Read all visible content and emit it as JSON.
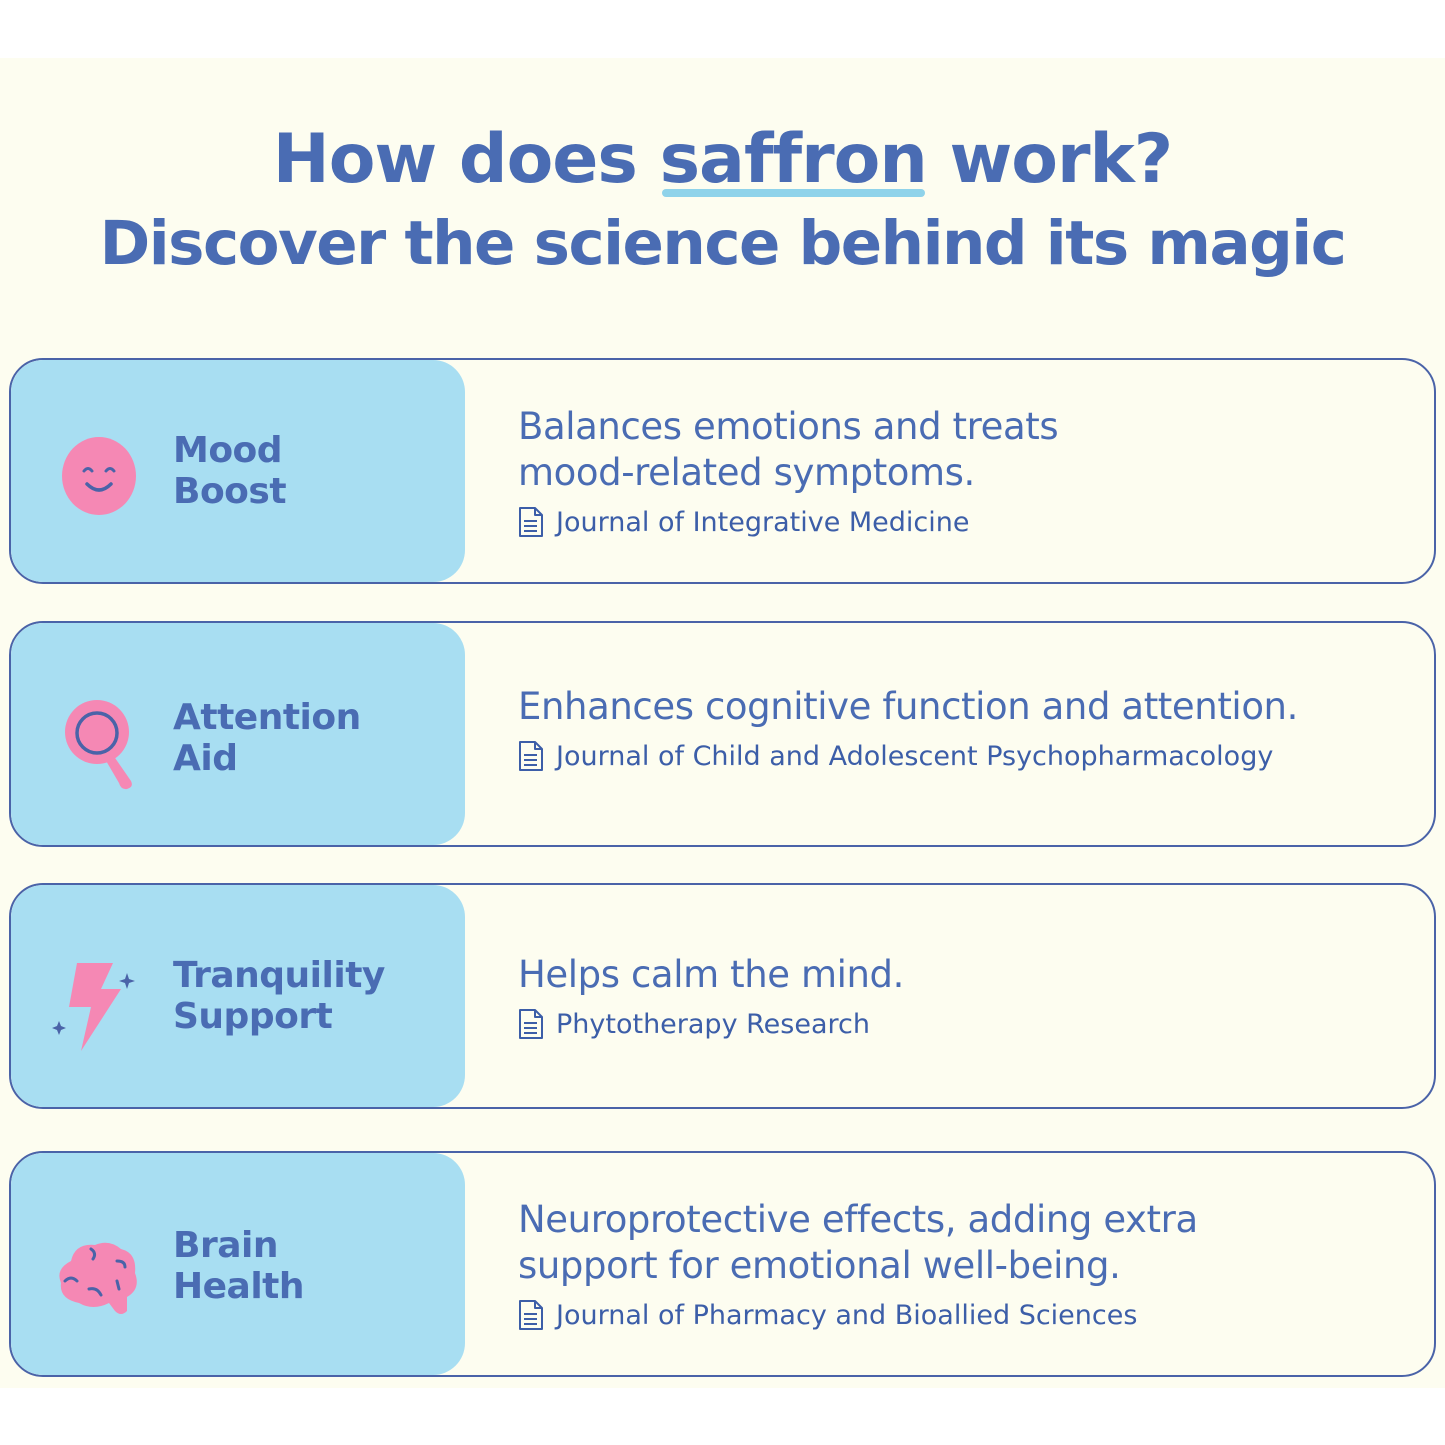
{
  "header": {
    "line1_before": "How does",
    "line1_highlight": "saffron",
    "line1_after": "work?",
    "line2": "Discover the science behind its magic"
  },
  "benefits": [
    {
      "label_line1": "Mood",
      "label_line2": "Boost",
      "icon": "smiley-face-icon",
      "description_lines": [
        "Balances emotions and treats",
        "mood-related symptoms."
      ],
      "source": "Journal of Integrative Medicine"
    },
    {
      "label_line1": "Attention",
      "label_line2": "Aid",
      "icon": "magnifying-glass-icon",
      "description_lines": [
        "Enhances cognitive function and attention."
      ],
      "source": "Journal of Child and Adolescent Psychopharmacology"
    },
    {
      "label_line1": "Tranquility",
      "label_line2": "Support",
      "icon": "lightning-bolt-icon",
      "description_lines": [
        "Helps calm the mind."
      ],
      "source": "Phytotherapy Research"
    },
    {
      "label_line1": "Brain",
      "label_line2": "Health",
      "icon": "brain-icon",
      "description_lines": [
        "Neuroprotective effects, adding extra",
        "support for emotional well-being."
      ],
      "source": "Journal of Pharmacy and Bioallied Sciences"
    }
  ],
  "colors": {
    "primary_text": "#4a6cb3",
    "panel": "#a8def2",
    "accent_pink": "#f588b4",
    "highlight": "#8fd3ea",
    "background": "#fdfdf0"
  }
}
